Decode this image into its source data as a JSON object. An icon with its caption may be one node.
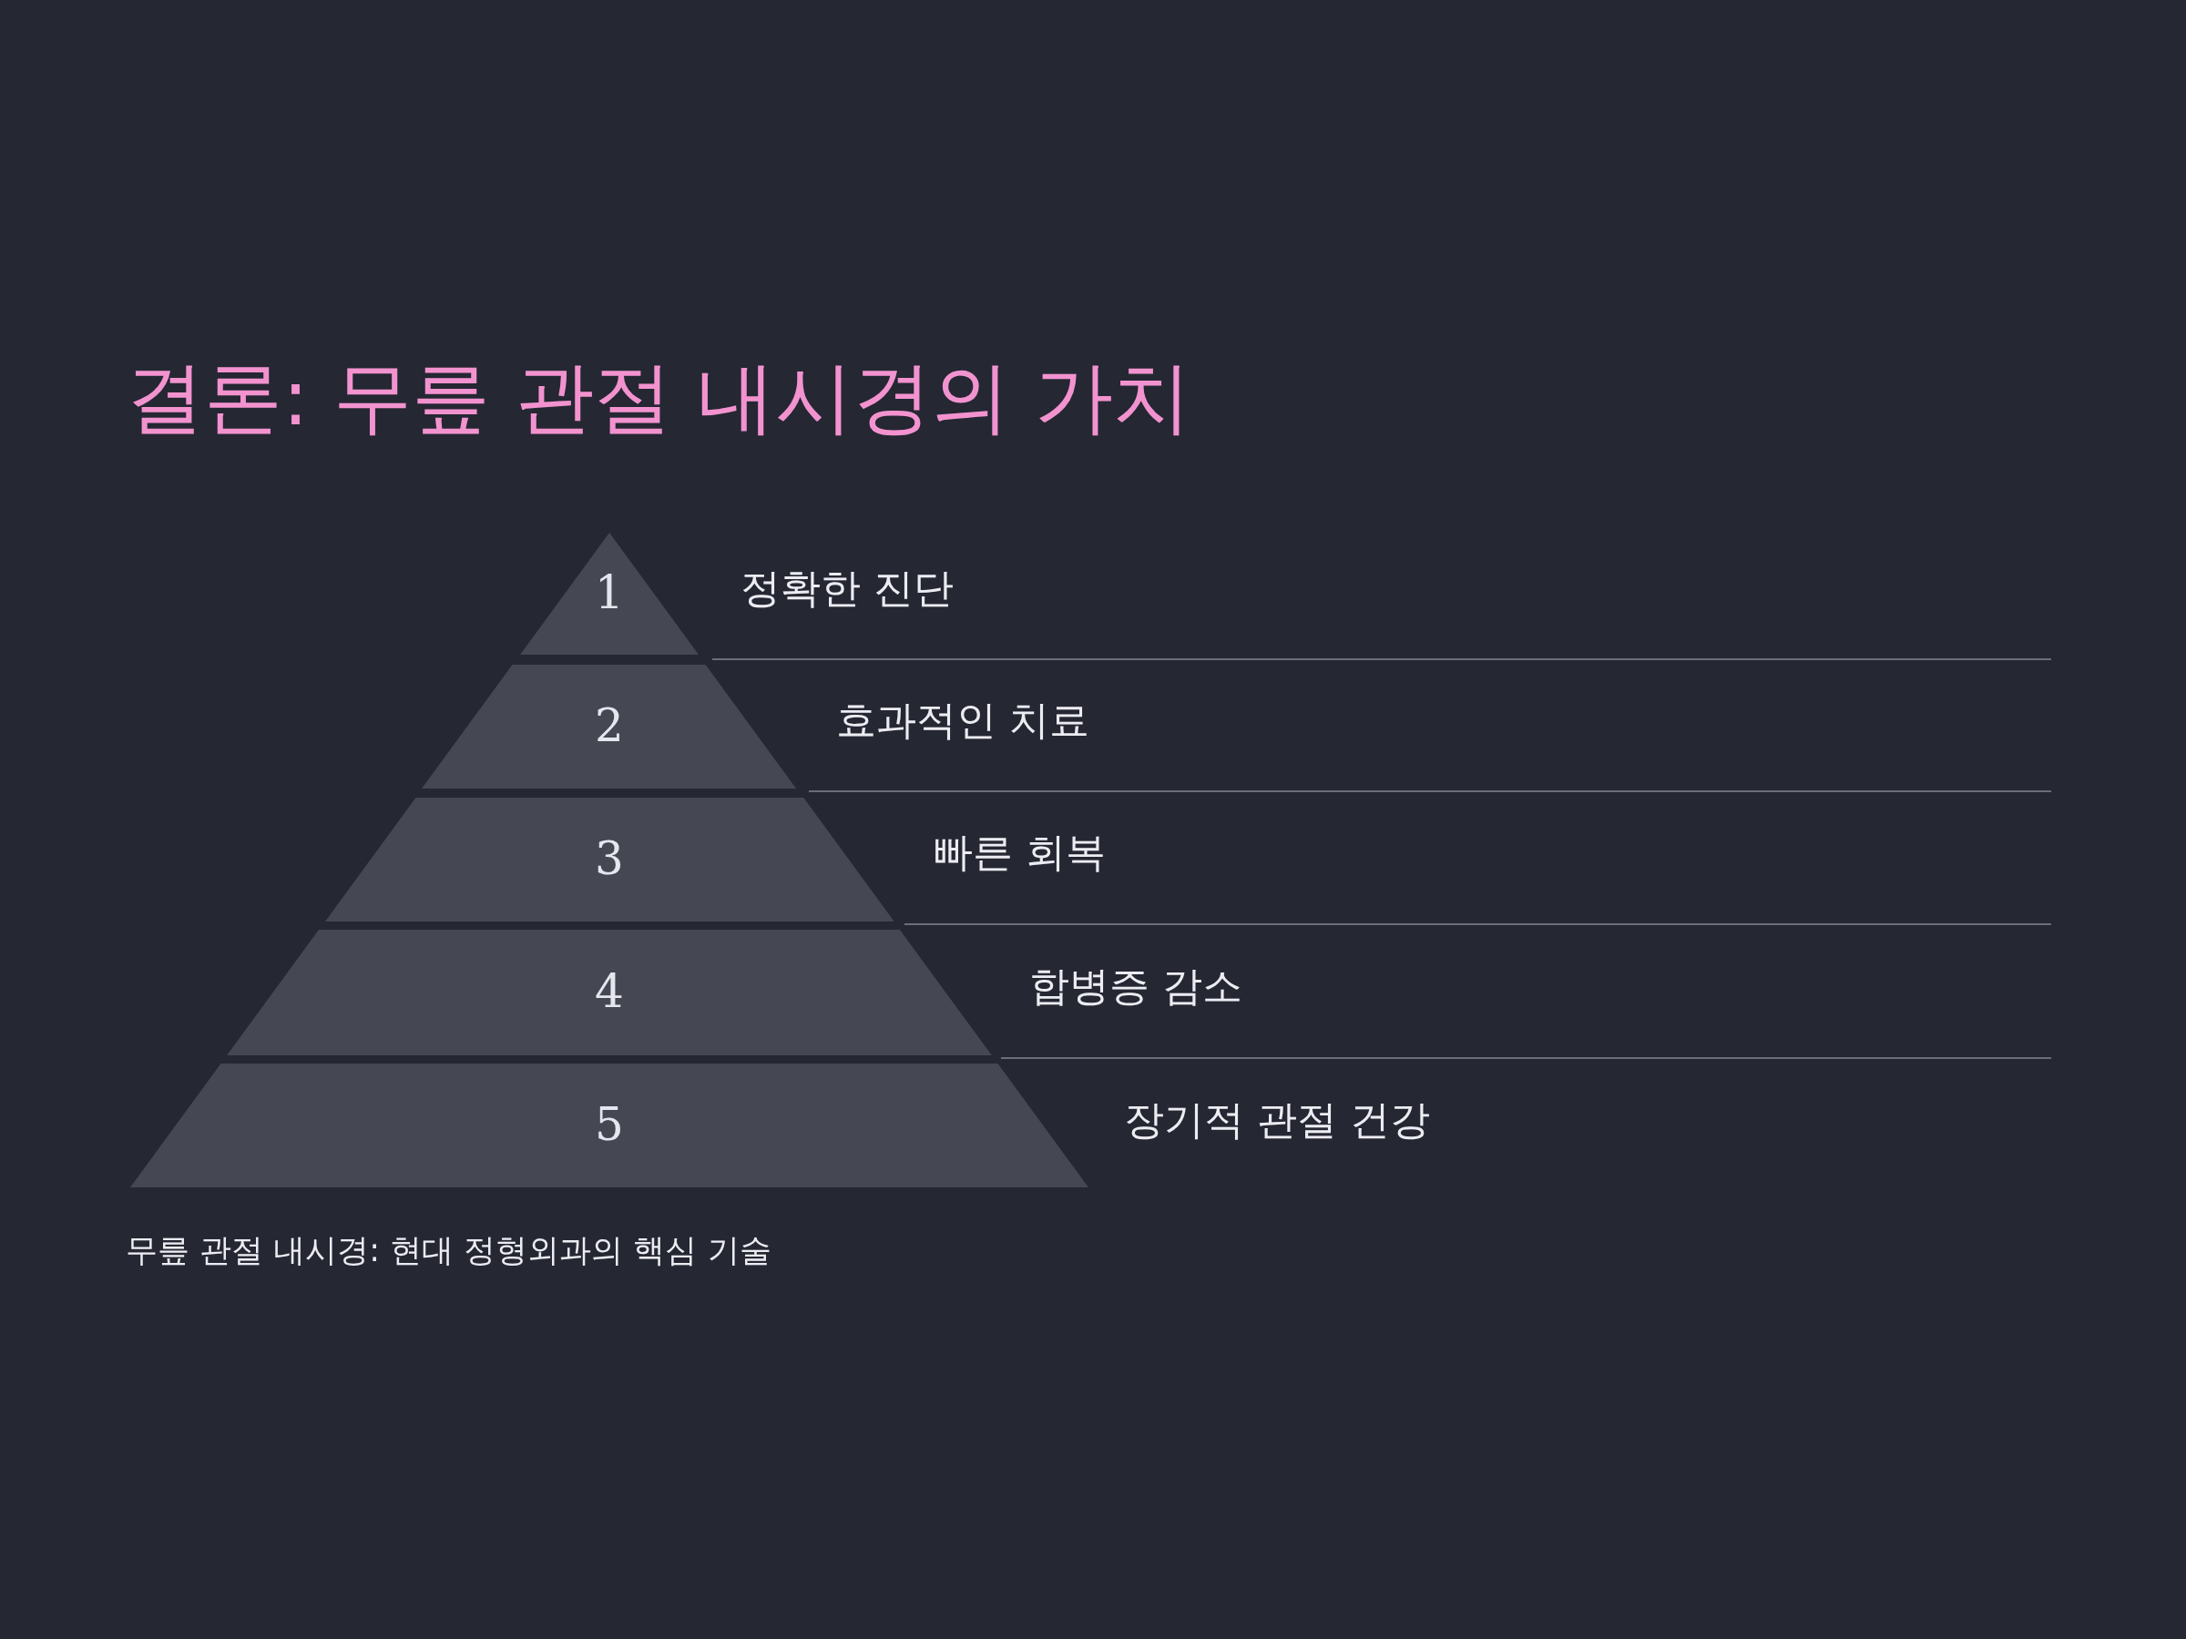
{
  "diagram": {
    "title": "결론: 무릎 관절 내시경의 가치",
    "nodes": [
      {
        "text": [
          "1"
        ],
        "beside": [
          "정확한 진단"
        ]
      },
      {
        "text": [
          "2"
        ],
        "beside": [
          "효과적인 치료"
        ]
      },
      {
        "text": [
          "3"
        ],
        "beside": [
          "빠른 회복"
        ]
      },
      {
        "text": [
          "4"
        ],
        "beside": [
          "합병증 감소"
        ]
      },
      {
        "text": [
          "5"
        ],
        "beside": [
          "장기적 관절 건강"
        ]
      }
    ],
    "caption": "무릎 관절 내시경: 현대 정형외과의 핵심 기술"
  }
}
